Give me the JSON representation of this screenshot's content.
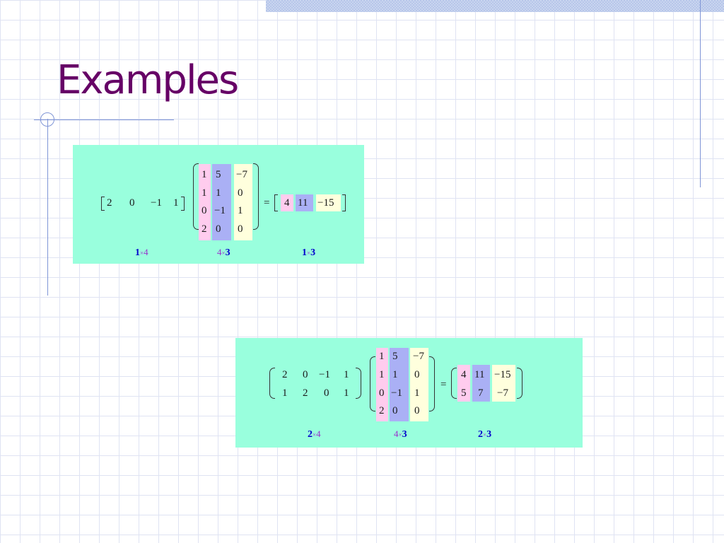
{
  "slide": {
    "title": "Examples"
  },
  "example1": {
    "row_vector": [
      "2",
      "0",
      "−1",
      "1"
    ],
    "matrix_cols": [
      [
        "1",
        "1",
        "0",
        "2"
      ],
      [
        "5",
        "1",
        "−1",
        "0"
      ],
      [
        "−7",
        "0",
        "1",
        "0"
      ]
    ],
    "equals": "=",
    "result": [
      "4",
      "11",
      "−15"
    ],
    "dims": [
      {
        "rows": "1",
        "times": "×",
        "cols": "4"
      },
      {
        "rows": "4",
        "times": "×",
        "cols": "3"
      },
      {
        "rows": "1",
        "times": "×",
        "cols": "3"
      }
    ]
  },
  "example2": {
    "left_matrix": [
      [
        "2",
        "0",
        "−1",
        "1"
      ],
      [
        "1",
        "2",
        "0",
        "1"
      ]
    ],
    "matrix_cols": [
      [
        "1",
        "1",
        "0",
        "2"
      ],
      [
        "5",
        "1",
        "−1",
        "0"
      ],
      [
        "−7",
        "0",
        "1",
        "0"
      ]
    ],
    "equals": "=",
    "result_cols": [
      [
        "4",
        "5"
      ],
      [
        "11",
        "7"
      ],
      [
        "−15",
        "−7"
      ]
    ],
    "dims": [
      {
        "rows": "2",
        "times": "×",
        "cols": "4"
      },
      {
        "rows": "4",
        "times": "×",
        "cols": "3"
      },
      {
        "rows": "2",
        "times": "×",
        "cols": "3"
      }
    ]
  },
  "colors": {
    "title": "#660066",
    "panel": "#99ffdd",
    "col1": "#ffccee",
    "col2": "#aab0f5",
    "col3": "#ffffdd",
    "dim_purple": "#9933cc",
    "dim_blue": "#0000cc"
  }
}
